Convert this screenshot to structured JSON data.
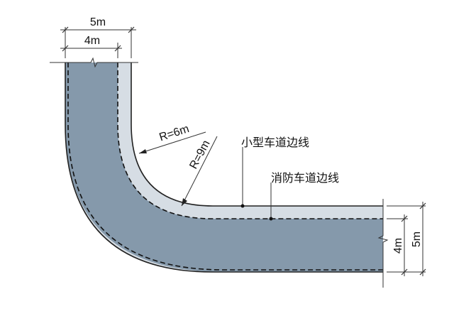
{
  "dimensions": {
    "top_outer_width": "5m",
    "top_inner_width": "4m",
    "right_inner_width": "4m",
    "right_outer_width": "5m",
    "radius_small": "R=6m",
    "radius_large": "R=9m"
  },
  "labels": {
    "small_vehicle_edge": "小型车道边线",
    "fire_lane_edge": "消防车道边线"
  },
  "colors": {
    "road_fill": "#8599ab",
    "outer_band": "#d6dde4",
    "edge_line": "#222222",
    "leader_line": "#333333"
  }
}
